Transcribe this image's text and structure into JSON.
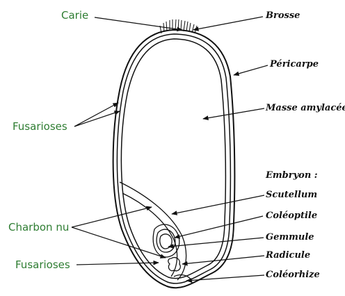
{
  "colors": {
    "left_label": "#2e7d32",
    "right_label": "#111111",
    "line": "#111111"
  },
  "labels": {
    "carie": "Carie",
    "fusarioses_top": "Fusarioses",
    "charbon_nu": "Charbon nu",
    "fusarioses_bottom": "Fusarioses",
    "brosse": "Brosse",
    "pericarpe": "Péricarpe",
    "masse_amylacee": "Masse amylacée",
    "embryon": "Embryon :",
    "scutellum": "Scutellum",
    "coleoptile": "Coléoptile",
    "gemmule": "Gemmule",
    "radicule": "Radicule",
    "coleorhize": "Coléorhize"
  }
}
